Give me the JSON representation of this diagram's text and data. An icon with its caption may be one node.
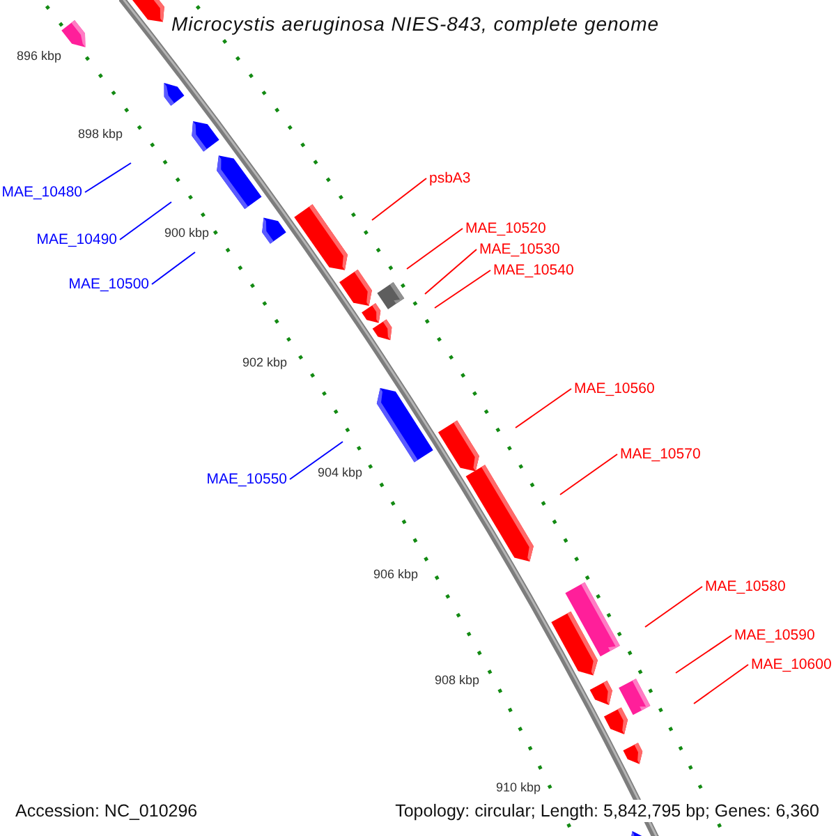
{
  "diagram": {
    "title": "Microcystis aeruginosa NIES-843, complete genome",
    "nodes": [
      {
        "text": [
          "psbA3"
        ]
      },
      {
        "text": [
          "MAE_10480"
        ]
      },
      {
        "text": [
          "MAE_10520"
        ]
      },
      {
        "text": [
          "MAE_10490"
        ]
      },
      {
        "text": [
          "MAE_10530"
        ]
      },
      {
        "text": [
          "MAE_10540"
        ]
      },
      {
        "text": [
          "MAE_10500"
        ]
      },
      {
        "text": [
          "MAE_10560"
        ]
      },
      {
        "text": [
          "MAE_10570"
        ]
      },
      {
        "text": [
          "MAE_10550"
        ]
      },
      {
        "text": [
          "MAE_10580"
        ]
      },
      {
        "text": [
          "MAE_10590"
        ]
      },
      {
        "text": [
          "MAE_10600"
        ]
      }
    ],
    "edges": [
      {
        "from": 0,
        "to": null,
        "arrow": "none"
      },
      {
        "from": 1,
        "to": null,
        "arrow": "none",
        "color": "#0000ff"
      },
      {
        "from": 2,
        "to": null,
        "arrow": "none"
      },
      {
        "from": 3,
        "to": null,
        "arrow": "none",
        "color": "#0000ff"
      },
      {
        "from": 4,
        "to": null,
        "arrow": "none"
      },
      {
        "from": 5,
        "to": null,
        "arrow": "none"
      },
      {
        "from": 6,
        "to": null,
        "arrow": "none",
        "color": "#0000ff"
      },
      {
        "from": 7,
        "to": null,
        "arrow": "none"
      },
      {
        "from": 8,
        "to": null,
        "arrow": "none"
      },
      {
        "from": 9,
        "to": null,
        "arrow": "none",
        "color": "#0000ff"
      },
      {
        "from": 10,
        "to": null,
        "arrow": "none"
      },
      {
        "from": 11,
        "to": null,
        "arrow": "none"
      },
      {
        "from": 12,
        "to": null,
        "arrow": "none"
      }
    ],
    "labels": [
      "896 kbp",
      "898 kbp",
      "900 kbp",
      "902 kbp",
      "904 kbp",
      "906 kbp",
      "908 kbp",
      "910 kbp",
      "Accession: NC_010296",
      "Topology: circular; Length: 5,842,795 bp; Genes: 6,360"
    ]
  }
}
